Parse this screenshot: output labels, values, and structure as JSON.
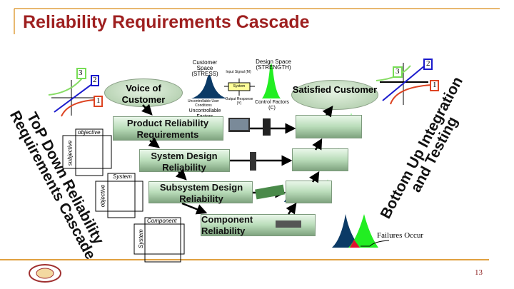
{
  "title": "Reliability Requirements Cascade",
  "voice_of_customer": "Voice of Customer",
  "satisfied_customer": "Satisfied Customer",
  "customer_space": "Customer Space (STRESS)",
  "design_space": "Design Space (STRENGTH)",
  "input_signal": "Input Signal (M)",
  "system": "System",
  "output_response": "Output Response (Y)",
  "uncontrollable_small": "Uncontrollable User Conditions",
  "uncontrollable_factors": "Uncontrollable Factors",
  "control_factors": "Control Factors (C)",
  "levels": {
    "product": "Product Reliability Requirements",
    "system": "System Design Reliability",
    "subsystem": "Subsystem Design Reliability",
    "component": "Component Reliability"
  },
  "left_diagonal": [
    "ToP Down Reliability",
    "Requirements Cascade"
  ],
  "right_diagonal": [
    "Bottom Up Integration",
    "and Testing"
  ],
  "matrices": [
    {
      "top": "objective",
      "side": "subjective"
    },
    {
      "top": "System",
      "side": "objective"
    },
    {
      "top": "Component",
      "side": "System"
    }
  ],
  "curve_labels": [
    "1",
    "2",
    "3"
  ],
  "failures": "Failures Occur",
  "page_number": "13",
  "colors": {
    "title": "#9e1f1f",
    "rule": "#e0a040",
    "stress": "#0b3a66",
    "strength": "#22ee22",
    "failure": "#e01030"
  }
}
